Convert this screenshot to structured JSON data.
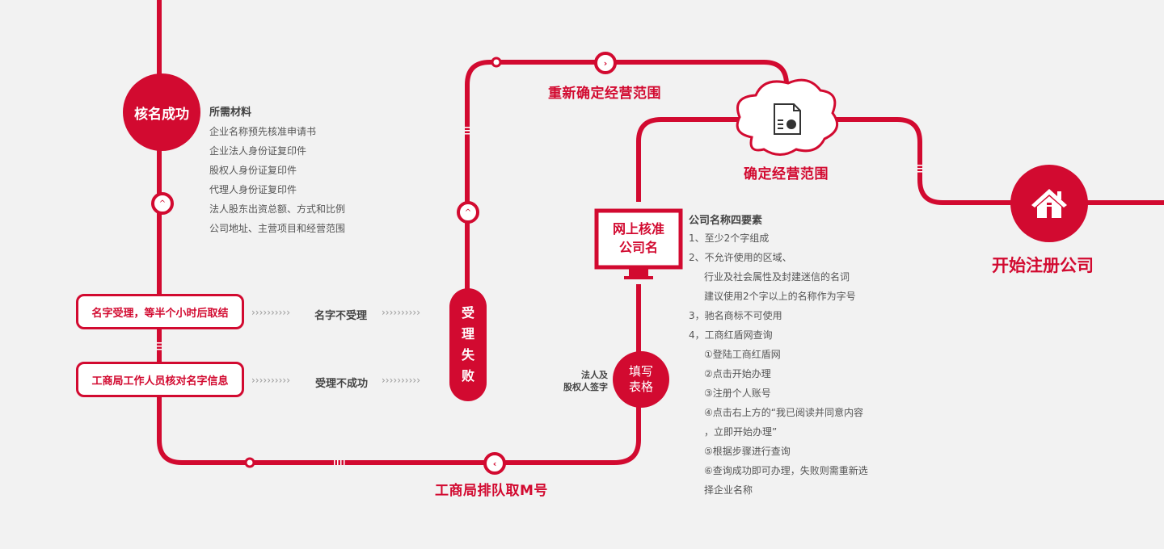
{
  "colors": {
    "accent": "#d20a30",
    "background": "#f2f2f2",
    "text": "#555555"
  },
  "start_node": {
    "label": "核名成功"
  },
  "materials": {
    "title": "所需材料",
    "items": [
      "企业名称预先核准申请书",
      "企业法人身份证复印件",
      "股权人身份证复印件",
      "代理人身份证复印件",
      "法人股东出资总额、方式和比例",
      "公司地址、主营项目和经营范围"
    ]
  },
  "steps": {
    "name_accepted": "名字受理，等半个小时后取结",
    "staff_check": "工商局工作人员核对名字信息",
    "name_not_accepted": "名字不受理",
    "accept_failed_note": "受理不成功",
    "arrows": "››››››››››",
    "failure_node": [
      "受",
      "理",
      "失",
      "败"
    ],
    "queue_label": "工商局排队取M号",
    "reconfirm_label": "重新确定经营范围",
    "confirm_scope_label": "确定经营范围",
    "online_check": [
      "网上核准",
      "公司名"
    ],
    "fill_form": [
      "填写",
      "表格"
    ],
    "sign_note": [
      "法人及",
      "股权人签字"
    ],
    "final_label": "开始注册公司"
  },
  "name_rules": {
    "title": "公司名称四要素",
    "items": [
      "1、至少2个字组成",
      "2、不允许使用的区域、",
      "行业及社会属性及封建迷信的名词",
      "建议使用2个字以上的名称作为字号",
      "3，驰名商标不可使用",
      "4，工商红盾网查询",
      "①登陆工商红盾网",
      "②点击开始办理",
      "③注册个人账号",
      "④点击右上方的“我已阅读并同意内容",
      "，立即开始办理”",
      "⑤根据步骤进行查询",
      "⑥查询成功即可办理，失败则需重新选",
      "择企业名称"
    ]
  },
  "icons": {
    "direction_up": "chevron-up-icon",
    "direction_right": "chevron-right-icon",
    "direction_left": "chevron-left-icon",
    "document": "document-chart-icon",
    "home": "home-icon"
  }
}
